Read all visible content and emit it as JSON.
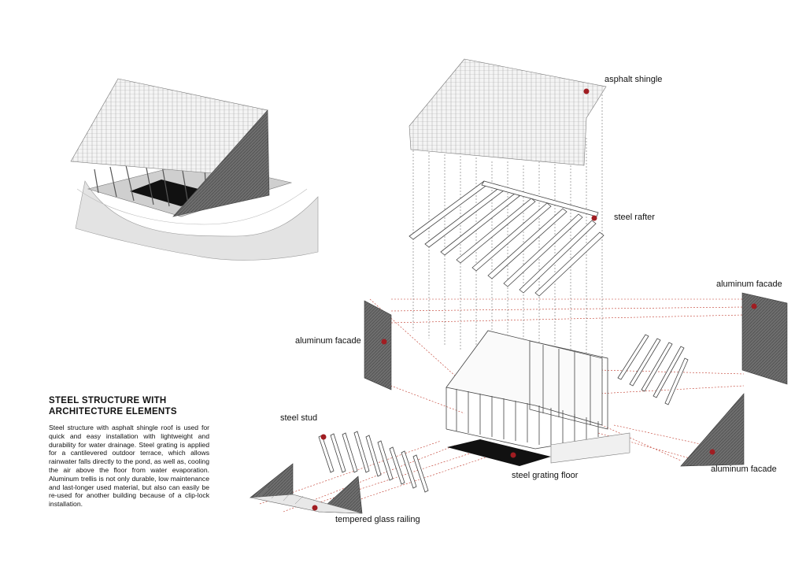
{
  "heading": {
    "line1": "STEEL STRUCTURE WITH",
    "line2": "ARCHITECTURE ELEMENTS"
  },
  "description": "Steel structure with asphalt shingle roof is used for quick and easy installation with lightweight and durability for water drainage. Steel grating is applied for a cantilevered outdoor terrace, which allows rainwater falls directly to the pond, as well as, cooling the air above the floor from water evaporation. Aluminum trellis is not only durable, low maintenance and last-longer used material, but also can easily be re-used for another building because of a clip-lock installation.",
  "labels": {
    "asphalt_shingle": "asphalt shingle",
    "steel_rafter": "steel rafter",
    "aluminum_facade_right_top": "aluminum facade",
    "aluminum_facade_left": "aluminum facade",
    "steel_stud": "steel stud",
    "steel_grating_floor": "steel grating floor",
    "aluminum_facade_right_bottom": "aluminum facade",
    "tempered_glass_railing": "tempered glass railing"
  },
  "colors": {
    "marker": "#a01d22",
    "line": "#333333",
    "guide": "#c0392b"
  }
}
